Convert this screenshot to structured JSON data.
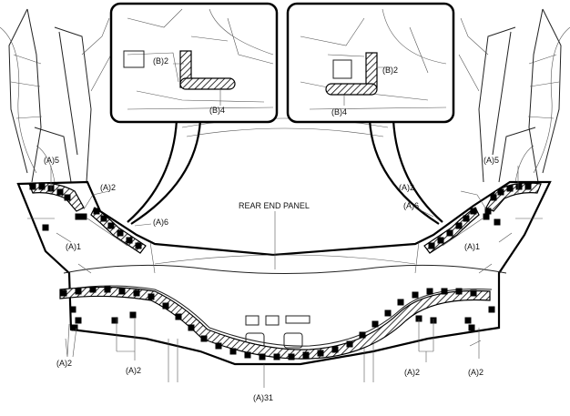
{
  "labels": {
    "a5_left": "(A)5",
    "a5_right": "(A)5",
    "a2_left_top": "(A)2",
    "a2_right_top": "(A)2",
    "a6_left": "(A)6",
    "a6_right": "(A)6",
    "a1_left": "(A)1",
    "a1_right": "(A)1",
    "panel": "REAR END PANEL",
    "a2_bottom_1": "(A)2",
    "a2_bottom_2": "(A)2",
    "a2_bottom_3": "(A)2",
    "a2_bottom_4": "(A)2",
    "a31": "(A)31",
    "b2_left": "(B)2",
    "b4_left": "(B)4",
    "b2_right": "(B)2",
    "b4_right": "(B)4"
  }
}
